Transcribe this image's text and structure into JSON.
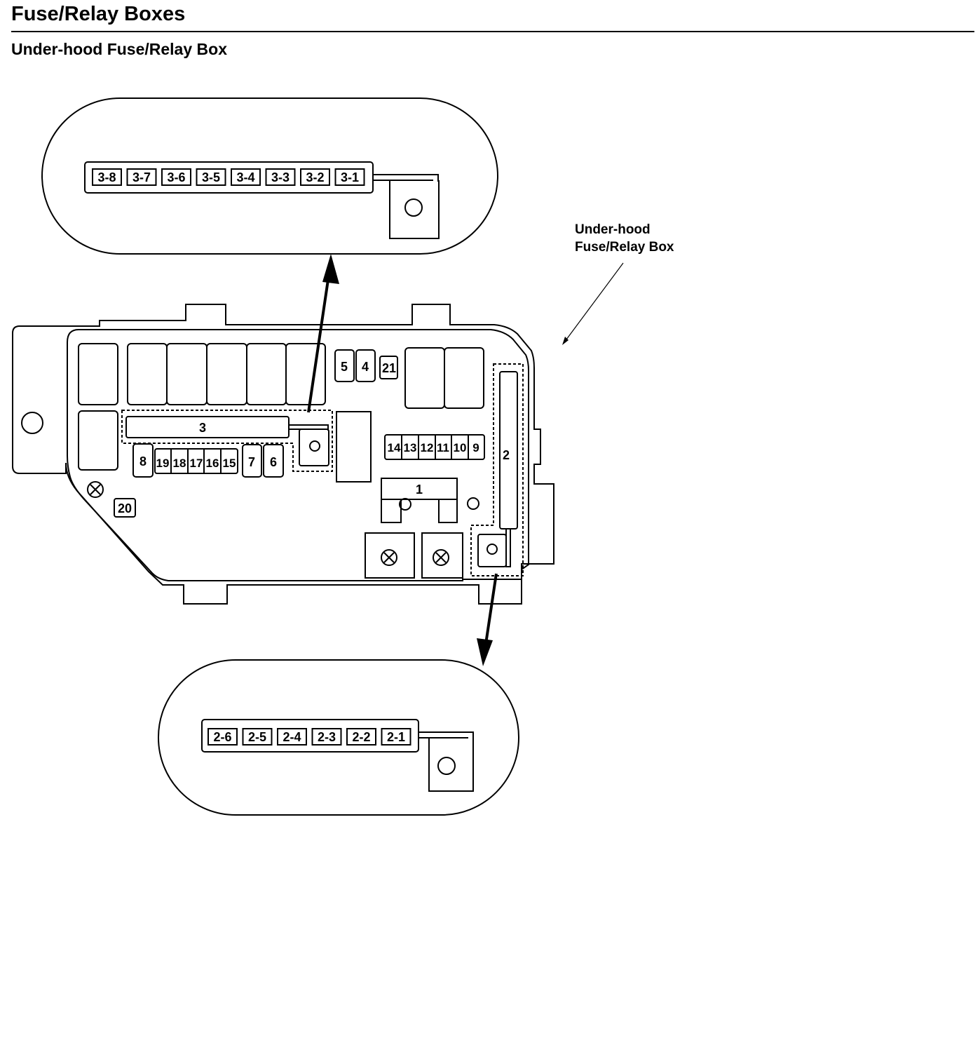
{
  "page": {
    "title": "Fuse/Relay Boxes",
    "subtitle": "Under-hood Fuse/Relay Box"
  },
  "callout": {
    "line1": "Under-hood",
    "line2": "Fuse/Relay Box"
  },
  "top_detail": {
    "fuses": [
      "3-8",
      "3-7",
      "3-6",
      "3-5",
      "3-4",
      "3-3",
      "3-2",
      "3-1"
    ]
  },
  "bottom_detail": {
    "fuses": [
      "2-6",
      "2-5",
      "2-4",
      "2-3",
      "2-2",
      "2-1"
    ]
  },
  "box": {
    "fuse_5": "5",
    "fuse_4": "4",
    "fuse_21": "21",
    "fuse_3": "3",
    "fuse_8": "8",
    "fuse_19": "19",
    "fuse_18": "18",
    "fuse_17": "17",
    "fuse_16": "16",
    "fuse_15": "15",
    "fuse_7": "7",
    "fuse_6": "6",
    "fuse_14": "14",
    "fuse_13": "13",
    "fuse_12": "12",
    "fuse_11": "11",
    "fuse_10": "10",
    "fuse_9": "9",
    "fuse_2": "2",
    "fuse_1": "1",
    "fuse_20": "20"
  }
}
